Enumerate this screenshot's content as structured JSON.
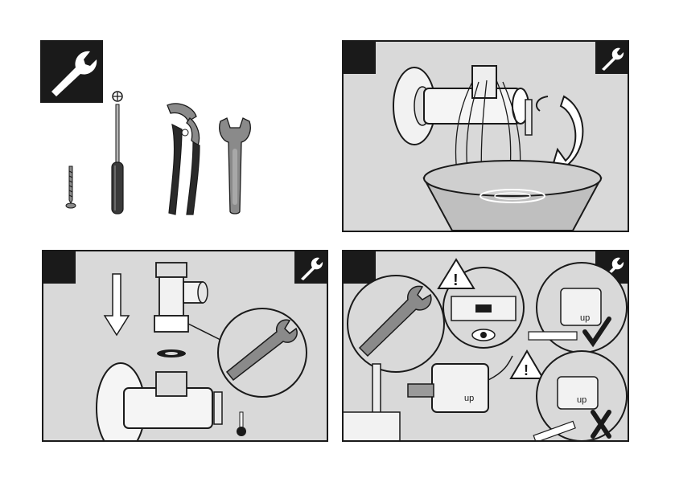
{
  "colors": {
    "panel_bg": "#d9d9d9",
    "ink": "#1a1a1a",
    "tool_gray": "#8a8a8a",
    "tool_dark": "#3a3a3a",
    "white": "#ffffff"
  },
  "icons": {
    "header": "wrench-icon",
    "panel": "wrench-icon",
    "warning": "warning-triangle-icon",
    "eye": "eye-icon",
    "check": "checkmark-icon",
    "cross": "cross-icon",
    "temperature": "thermometer-icon",
    "rotate": "rotate-arrow-icon",
    "down": "down-arrow-icon"
  },
  "labels": {
    "up_main": "up",
    "up_correct": "up",
    "up_wrong": "up"
  }
}
